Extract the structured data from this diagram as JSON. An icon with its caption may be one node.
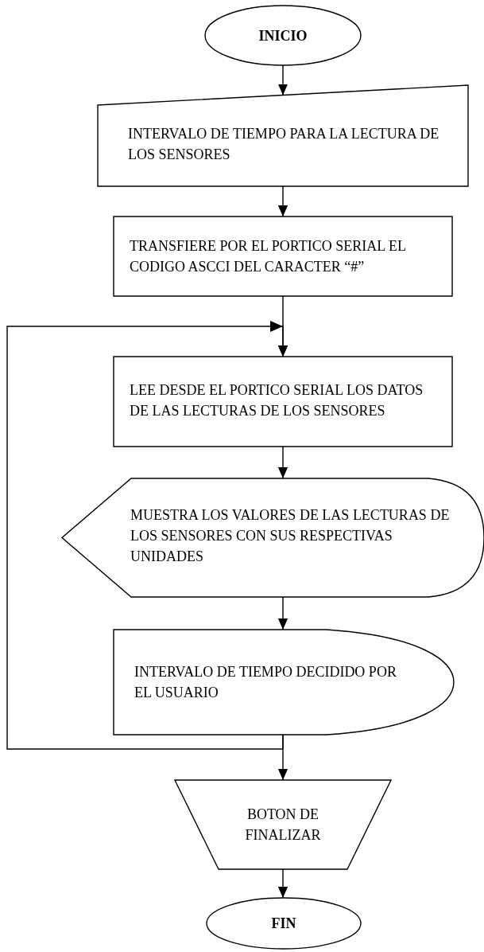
{
  "diagram": {
    "nodes": [
      {
        "text": [
          "INICIO"
        ]
      },
      {
        "text": [
          "INTERVALO DE TIEMPO PARA LA LECTURA DE LOS SENSORES"
        ]
      },
      {
        "text": [
          "TRANSFIERE POR EL PORTICO SERIAL EL CODIGO ASCCI DEL CARACTER “#”"
        ]
      },
      {
        "text": [
          "LEE DESDE EL PORTICO SERIAL LOS DATOS DE LAS LECTURAS DE LOS SENSORES"
        ]
      },
      {
        "text": [
          "MUESTRA LOS VALORES DE LAS LECTURAS DE LOS SENSORES CON SUS RESPECTIVAS UNIDADES"
        ]
      },
      {
        "text": [
          "INTERVALO DE TIEMPO DECIDIDO POR EL USUARIO"
        ]
      },
      {
        "text": [
          "BOTON DE FINALIZAR"
        ]
      },
      {
        "text": [
          "FIN"
        ]
      }
    ],
    "edges": [
      {
        "from": 0,
        "to": 1,
        "arrow": "to"
      },
      {
        "from": 1,
        "to": 2,
        "arrow": "to"
      },
      {
        "from": 2,
        "to": 3,
        "arrow": "to"
      },
      {
        "from": 3,
        "to": 4,
        "arrow": "to"
      },
      {
        "from": 4,
        "to": 5,
        "arrow": "to"
      },
      {
        "from": 5,
        "to": 3,
        "arrow": "to"
      },
      {
        "from": 5,
        "to": 6,
        "arrow": "to"
      },
      {
        "from": 6,
        "to": 7,
        "arrow": "to"
      }
    ]
  }
}
